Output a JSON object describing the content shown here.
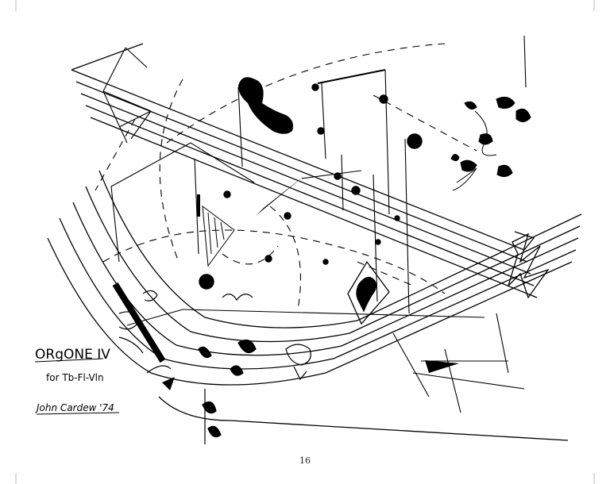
{
  "score": {
    "title": "ORgONE IV",
    "instrumentation": "for Tb-Fl-Vln",
    "signature": "John Cardew '74"
  },
  "page": {
    "number": "16"
  }
}
